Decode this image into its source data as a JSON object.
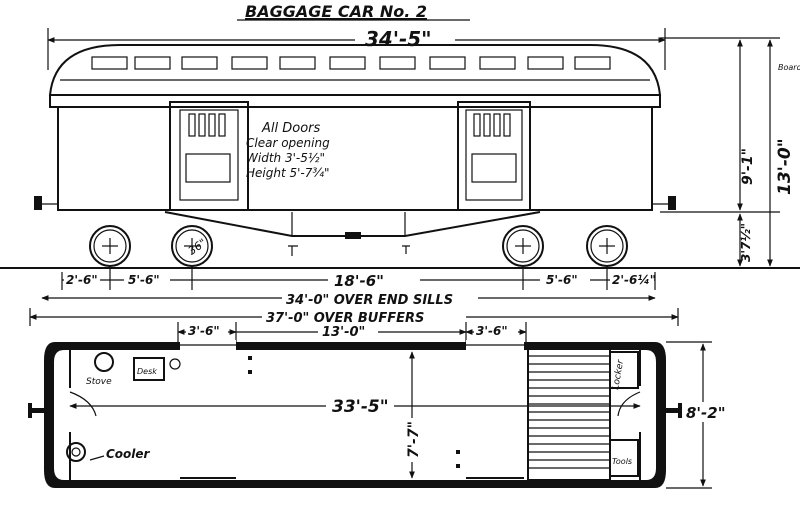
{
  "title": "BAGGAGE CAR No. 2",
  "elevation": {
    "overall_length": "34'-5\"",
    "door_note": [
      "All Doors",
      "Clear opening",
      "Width 3'-5½\"",
      "Height 5'-7¾\""
    ],
    "dim_right_upper": "9'-1\"",
    "dim_right_total": "13'-0\"",
    "dim_right_lower": "3'7½\"",
    "wheel_dia": "36\"",
    "spacing_left": "2'-6\"",
    "wheelbase_left": "5'-6\"",
    "truck_centers": "18'-6\"",
    "wheelbase_right": "5'-6\"",
    "spacing_right": "2'-6¼\"",
    "over_end_sills": "34'-0\" OVER END SILLS",
    "over_buffers": "37'-0\" OVER BUFFERS",
    "roof_note": "Board"
  },
  "plan": {
    "door_left": "3'-6\"",
    "between_doors": "13'-0\"",
    "door_right": "3'-6\"",
    "inside_length": "33'-5\"",
    "inside_width": "7'-7\"",
    "outside_width": "8'-2\"",
    "labels": {
      "stove": "Stove",
      "desk": "Desk",
      "cooler": "Cooler",
      "locker": "Locker",
      "tools": "Tools"
    }
  }
}
